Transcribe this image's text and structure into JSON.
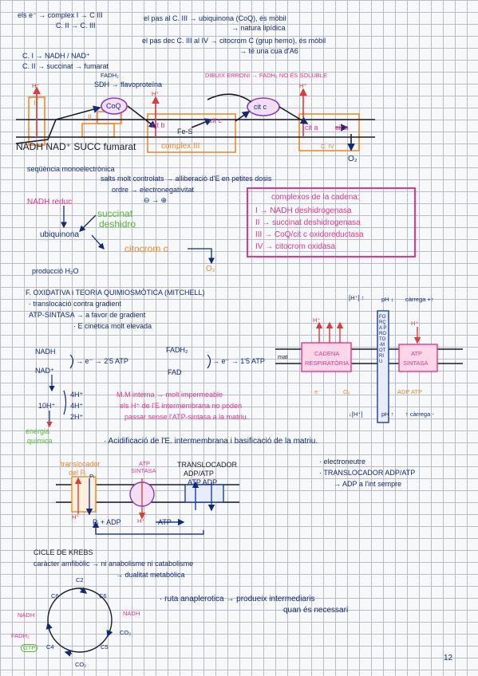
{
  "top": {
    "l1": "els e⁻ → complex I → C III",
    "l2": "C. II → C. III",
    "l3": "el pas al C. III → ubiquinona (CoQ), és mòbil",
    "l4": "→ natura lipídica",
    "l5": "el pas dec C. III al IV → citocrom C (grup hemo), és mòbil",
    "l6": "→ té una cua d'A6",
    "l7": "C. I → NADH / NAD⁺",
    "l8": "C. II → succinat → fumarat",
    "l9": "FADH₂",
    "l10": "SDH → flavoproteïna",
    "l11": "DIBUIX ERRONI → FADH₂ NO ÉS SOLUBLE"
  },
  "chain": {
    "coq": "CoQ",
    "citc": "cit c",
    "citb": "cit b",
    "citc1": "cit c",
    "fes": "Fe-S",
    "complex3": "complex III",
    "cita": "cit a",
    "cita3": "cit a",
    "c4": "C. IV",
    "o2": "O₂",
    "h1": "H⁺",
    "h2": "H⁺",
    "h3": "H⁺",
    "i": "I",
    "ii": "II",
    "bottom": "NADH NAD⁺ SUCC fumarat",
    "mono": "seqüència monoelectrònica"
  },
  "salts": {
    "l1": "salts molt controlats → alliberació d'E en petites dosis",
    "l2": "ordre → electronegativitat",
    "l3": "⊖ → ⊕"
  },
  "order": {
    "nadh": "NADH reduc",
    "succ1": "succinat",
    "succ2": "deshidro",
    "ubi": "ubiquinona",
    "cit": "citocrom c",
    "o2": "O₂",
    "prod": "producció H₂O"
  },
  "legend": {
    "title": "complexos de la cadena:",
    "i1": "I → NADH deshidrogenasa",
    "i2": "II → succinat deshidrogenasa",
    "i3": "III → CoQ/cit c oxidoreductasa",
    "i4": "IV → citocrom oxidasa"
  },
  "fox": {
    "title": "F. OXIDATIVA i TEORIA QUIMIOSMÒTICA (MITCHELL)",
    "l1": "· translocació contra gradient",
    "l2": "ATP-SINTASA → a favor de gradient",
    "l3": "· E cinètica molt elevada",
    "nadh": "NADH",
    "nad": "NAD⁺",
    "e1": "→ e⁻ → 2'5 ATP",
    "fadh2": "FADH₂",
    "fad": "FAD",
    "e2": "→ e⁻ → 1'5 ATP",
    "h4": "4H⁺",
    "h4b": "4H⁺",
    "h2": "2H⁺",
    "h10": "10H⁺",
    "energia1": "energia",
    "energia2": "química",
    "mem1": "M.M interna → molt impermeable",
    "mem2": "els H⁺ de l'E intermembrana no poden",
    "mem3": "passar sense l'ATP-sintasa a la matriu.",
    "acid": "· Acidificació de l'E. intermembrana i basificació de la matriu."
  },
  "diagram": {
    "top1": "[H⁺] ↑",
    "top2": "pH ↓",
    "top3": "càrrega +↑",
    "mat": "mat",
    "cadena1": "CADENA",
    "cadena2": "RESPIRATÒRIA",
    "atp1": "ATP",
    "atp2": "SINTASA",
    "forca": "FORÇA PROTO-MOTRIU",
    "adp": "ADP ATP",
    "e": "e⁻",
    "o2": "O₂",
    "bot1": "↓[H⁺]",
    "bot2": "pH ↑",
    "bot3": "↑ càrrega -",
    "hh": "H⁺"
  },
  "trans": {
    "t1": "translocador",
    "t2": "del Pᵢ",
    "pi": "Pᵢ",
    "h": "H⁺",
    "piadp": "Pᵢ + ADP",
    "atp": "ATP",
    "as1": "ATP",
    "as2": "SINTASA",
    "tr1": "TRANSLOCADOR",
    "tr2": "ADP/ATP",
    "tr3": "ATP ADP",
    "h2": "H⁺",
    "r1": "· electroneutre",
    "r2": "· TRANSLOCADOR ADP/ATP",
    "r3": "→ ADP a l'int sempre"
  },
  "krebs": {
    "title": "CICLE DE KREBS",
    "l1": "caràcter amfibòlic → ni anabolisme ni catabolisme",
    "l2": "→ dualitat metabòlica",
    "l3": "· ruta anaplerotica → produeix intermediaris",
    "l4": "quan és necessari",
    "c2": "C2",
    "c6a": "C6",
    "c6b": "C6",
    "c5": "C5",
    "c4": "C4",
    "co2a": "CO₂",
    "co2b": "CO₂",
    "nadh1": "NADH",
    "nadh2": "NADH",
    "fadh2": "FADH₂",
    "gtp": "GTP"
  },
  "page_number": "12"
}
